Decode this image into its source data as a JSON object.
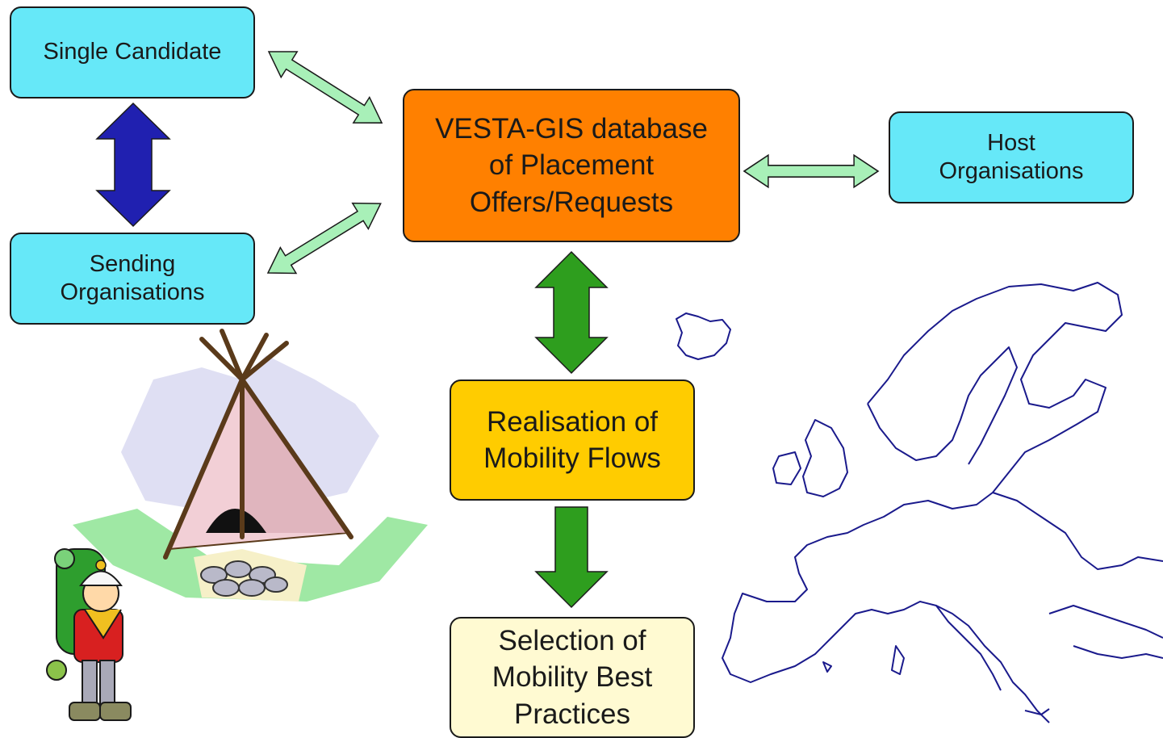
{
  "nodes": {
    "single_candidate": {
      "lines": [
        "Single Candidate"
      ]
    },
    "sending_organisations": {
      "lines": [
        "Sending",
        "Organisations"
      ]
    },
    "host_organisations": {
      "lines": [
        "Host",
        "Organisations"
      ]
    },
    "vesta_database": {
      "lines": [
        "VESTA-GIS database",
        "of Placement",
        "Offers/Requests"
      ]
    },
    "realisation": {
      "lines": [
        "Realisation of",
        "Mobility Flows"
      ]
    },
    "selection": {
      "lines": [
        "Selection of",
        "Mobility Best",
        "Practices"
      ]
    }
  },
  "colors": {
    "cyan_box": "#66e8f8",
    "orange_box": "#ff8000",
    "yellow_box": "#ffcc00",
    "cream_box": "#fffad2",
    "light_green_arrow": "#a8f0b8",
    "dark_green_arrow": "#2e9e1e",
    "blue_arrow": "#2020b0",
    "map_outline": "#1a1a8c"
  },
  "illustrations": [
    "tepee-clipart",
    "hiker-clipart",
    "europe-outline-map"
  ]
}
